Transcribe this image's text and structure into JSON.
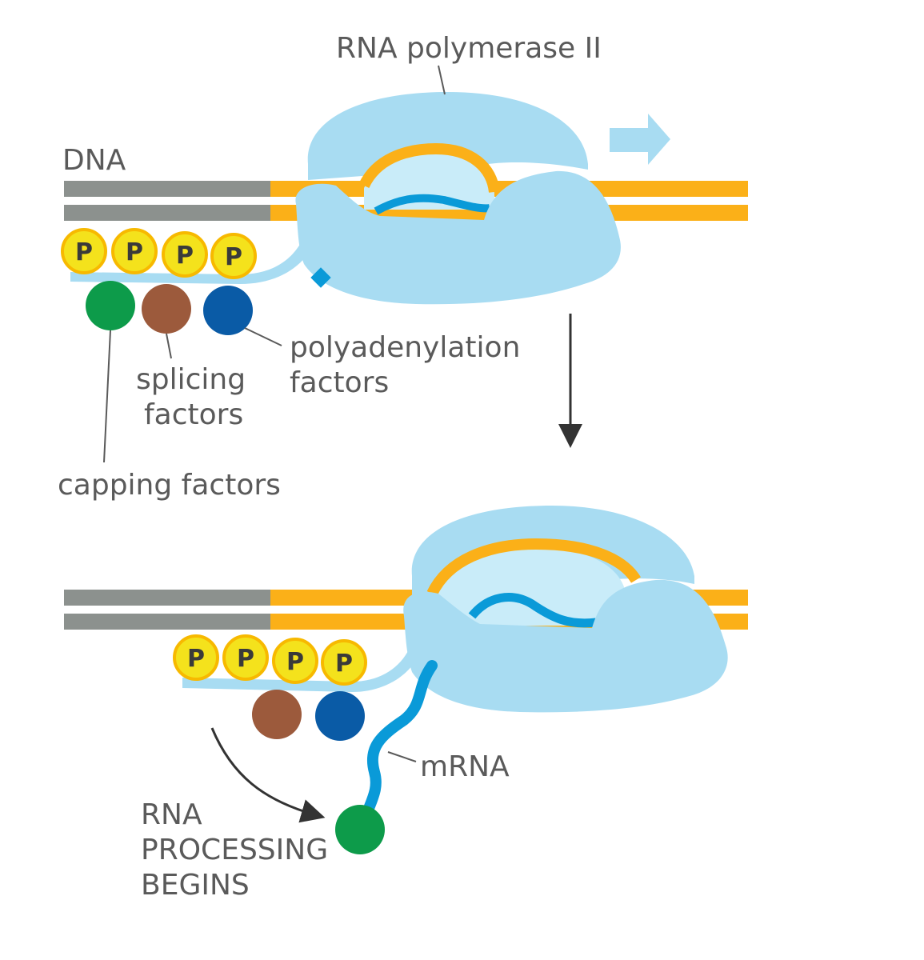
{
  "labels": {
    "rna_pol": "RNA polymerase II",
    "dna": "DNA",
    "polyadenylation_line1": "polyadenylation",
    "polyadenylation_line2": "factors",
    "splicing_line1": "splicing",
    "splicing_line2": "factors",
    "capping": "capping factors",
    "mrna": "mRNA",
    "processing_line1": "RNA",
    "processing_line2": "PROCESSING",
    "processing_line3": "BEGINS"
  },
  "phosphate_label": "P",
  "colors": {
    "dna_gray": "#8c918e",
    "dna_orange": "#fbb018",
    "polymerase": "#a8dcf2",
    "rna_strand": "#0a9ad8",
    "phosphate_fill": "#f4e21c",
    "phosphate_ring": "#f7b900",
    "capping": "#0d9b4a",
    "splicing": "#9c5a3c",
    "polyadenylation": "#0a5ba6",
    "text": "#5a5a5a",
    "arrow": "#333333"
  }
}
